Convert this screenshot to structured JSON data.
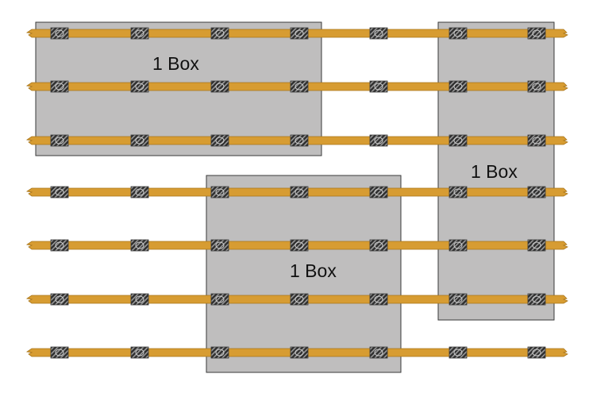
{
  "colors": {
    "background": "#ffffff",
    "box_fill": "#bfbebe",
    "box_stroke": "#3a3a3a",
    "tape_fill": "#d79c32",
    "tape_stroke": "#a87418",
    "clip_fill": "#3c3c3c"
  },
  "boxes": [
    {
      "id": "box-top-left",
      "label": "1 Box"
    },
    {
      "id": "box-right",
      "label": "1 Box"
    },
    {
      "id": "box-bottom-center",
      "label": "1 Box"
    }
  ],
  "strips": {
    "count": 7,
    "clips_per_strip": 7
  }
}
